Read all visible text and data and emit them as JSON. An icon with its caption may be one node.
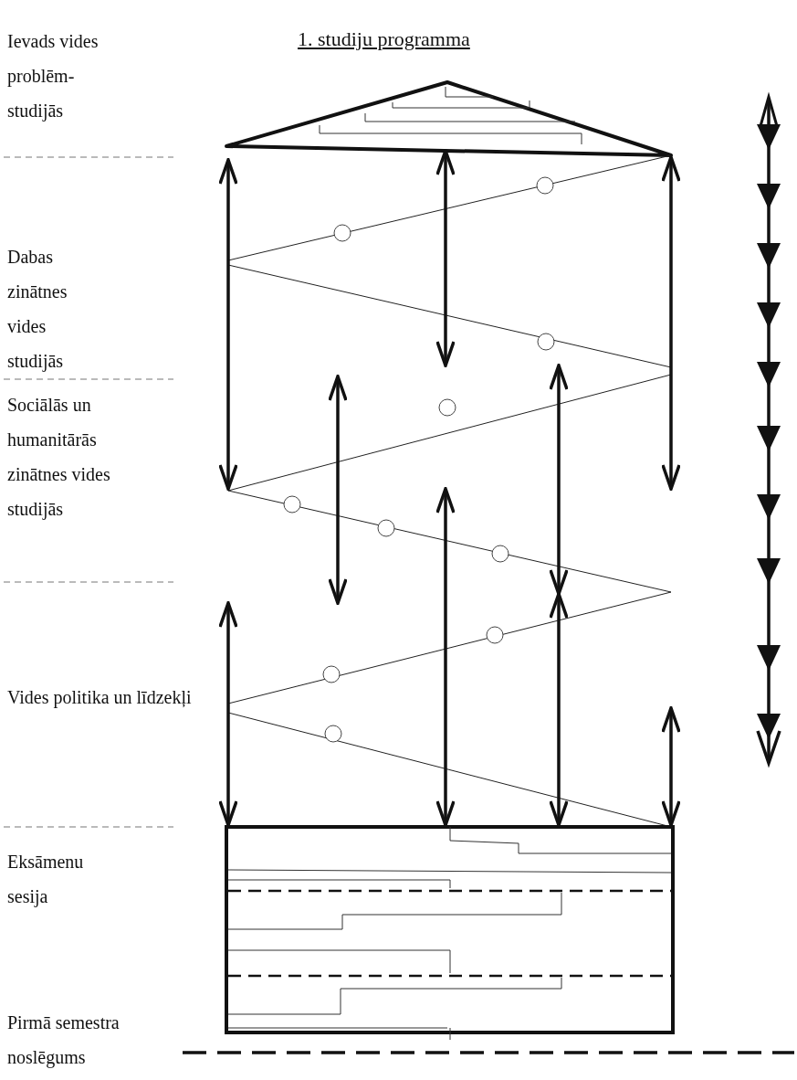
{
  "diagram": {
    "title": "1. studiju programma",
    "labels": [
      "Ievads vides problēm-studijās",
      "Dabas zinātnes vides studijās",
      "Sociālās un humanitārās zinātnes vides studijās",
      "Vides politika un līdzekļi",
      "Eksāmenu sesija",
      "Pirmā semestra noslēgums"
    ]
  }
}
